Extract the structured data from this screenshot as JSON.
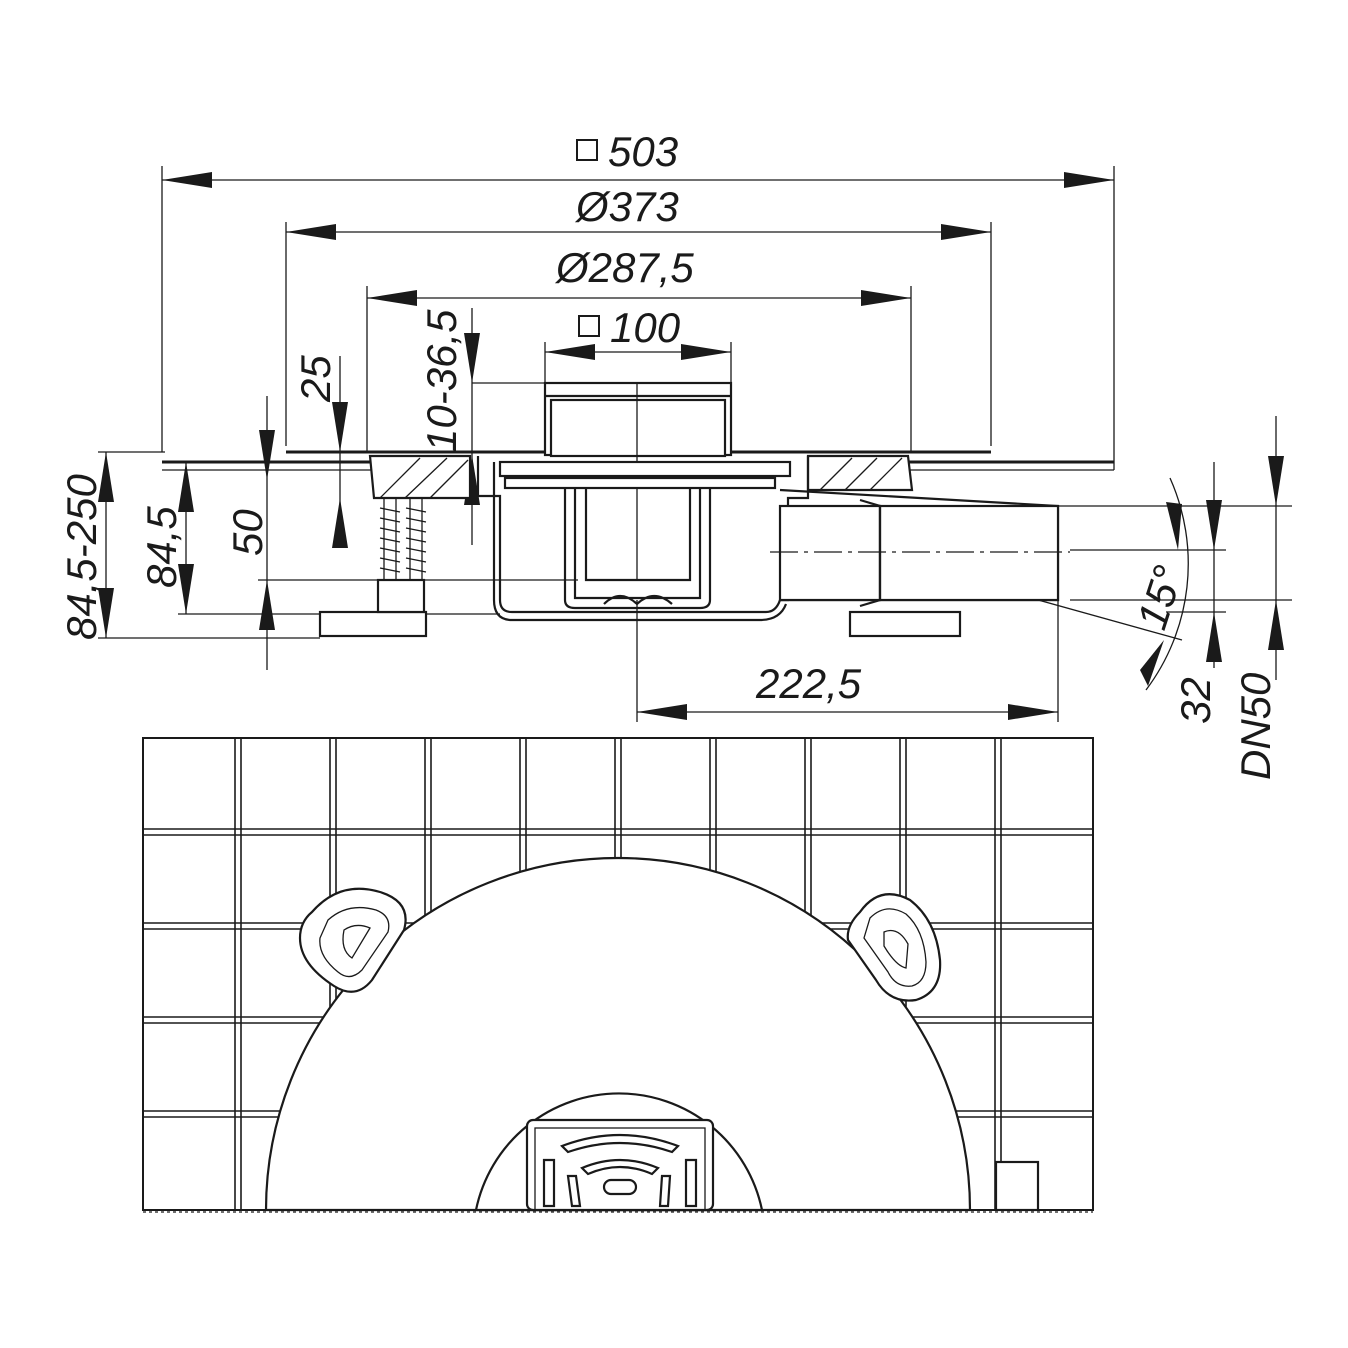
{
  "dimensions": {
    "width_square": "503",
    "flange_diameter": "Ø373",
    "body_diameter": "Ø287,5",
    "grate_square": "100",
    "height_range": "10-36,5",
    "flange_offset": "25",
    "total_height_range": "84,5-250",
    "min_height": "84,5",
    "outlet_height": "50",
    "outlet_length": "222,5",
    "outlet_angle": "15°",
    "outlet_drop": "32",
    "pipe_size": "DN50"
  },
  "icons": {
    "square_symbol": "square-symbol-icon"
  }
}
